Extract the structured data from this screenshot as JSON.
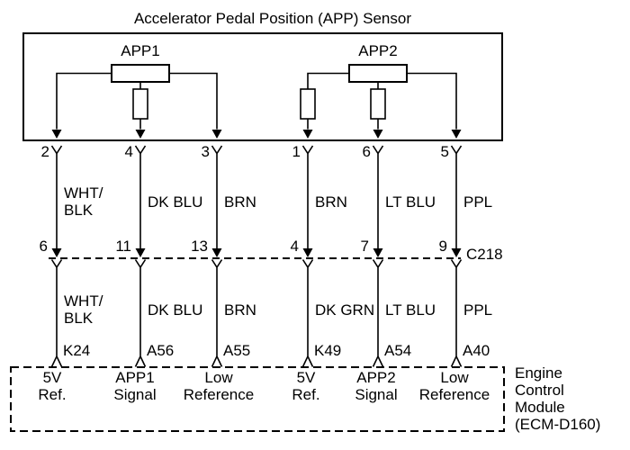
{
  "title": "Accelerator Pedal Position (APP) Sensor",
  "colors": {
    "line": "#000000",
    "background": "#ffffff"
  },
  "sensor": {
    "app1_label": "APP1",
    "app2_label": "APP2"
  },
  "connector": {
    "label": "C218"
  },
  "ecm": {
    "module_label": "Engine\nControl\nModule\n(ECM-D160)"
  },
  "wires": [
    {
      "sensor_pin": "2",
      "upper_color": "WHT/\nBLK",
      "connector_pin": "6",
      "lower_color": "WHT/\nBLK",
      "ecm_pin": "K24",
      "ecm_function": "5V\nRef."
    },
    {
      "sensor_pin": "4",
      "upper_color": "DK BLU",
      "connector_pin": "11",
      "lower_color": "DK BLU",
      "ecm_pin": "A56",
      "ecm_function": "APP1\nSignal"
    },
    {
      "sensor_pin": "3",
      "upper_color": "BRN",
      "connector_pin": "13",
      "lower_color": "BRN",
      "ecm_pin": "A55",
      "ecm_function": "Low\nReference"
    },
    {
      "sensor_pin": "1",
      "upper_color": "BRN",
      "connector_pin": "4",
      "lower_color": "DK GRN",
      "ecm_pin": "K49",
      "ecm_function": "5V\nRef."
    },
    {
      "sensor_pin": "6",
      "upper_color": "LT BLU",
      "connector_pin": "7",
      "lower_color": "LT BLU",
      "ecm_pin": "A54",
      "ecm_function": "APP2\nSignal"
    },
    {
      "sensor_pin": "5",
      "upper_color": "PPL",
      "connector_pin": "9",
      "lower_color": "PPL",
      "ecm_pin": "A40",
      "ecm_function": "Low\nReference"
    }
  ]
}
